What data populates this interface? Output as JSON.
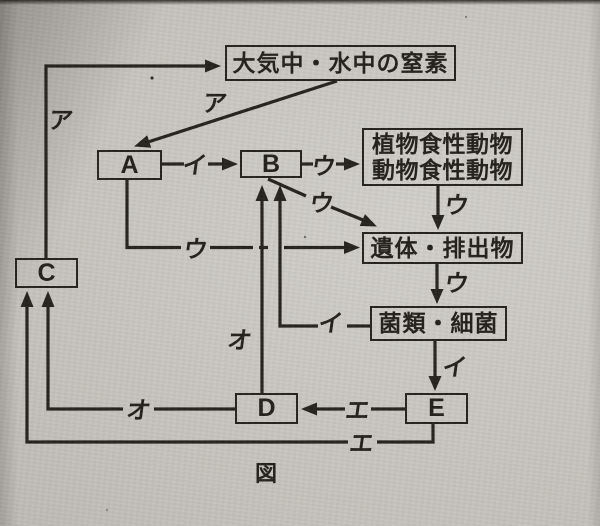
{
  "figure": {
    "caption": "図",
    "colors": {
      "ink": "#26231e",
      "paper": "#c6c3bd"
    },
    "boxes": {
      "nitrogen": {
        "label": "大気中・水中の窒素"
      },
      "a": {
        "label": "A"
      },
      "b": {
        "label": "B"
      },
      "c": {
        "label": "C"
      },
      "d": {
        "label": "D"
      },
      "e": {
        "label": "E"
      },
      "animals": {
        "line1": "植物食性動物",
        "line2": "動物食性動物"
      },
      "remains": {
        "label": "遺体・排出物"
      },
      "fungi": {
        "label": "菌類・細菌"
      }
    },
    "arrow_labels": {
      "a_c_to_nitrogen": "ア",
      "a_nitrogen_to_a": "ア",
      "i_a_to_b": "イ",
      "i_fungi_to_b": "イ",
      "i_fungi_to_e": "イ",
      "u_b_to_animals": "ウ",
      "u_b_to_remains": "ウ",
      "u_animals_to_remains": "ウ",
      "u_a_to_remains": "ウ",
      "u_remains_to_fungi": "ウ",
      "e_e_to_d": "エ",
      "e_e_to_c": "エ",
      "o_d_to_b": "オ",
      "o_d_to_c": "オ"
    }
  }
}
